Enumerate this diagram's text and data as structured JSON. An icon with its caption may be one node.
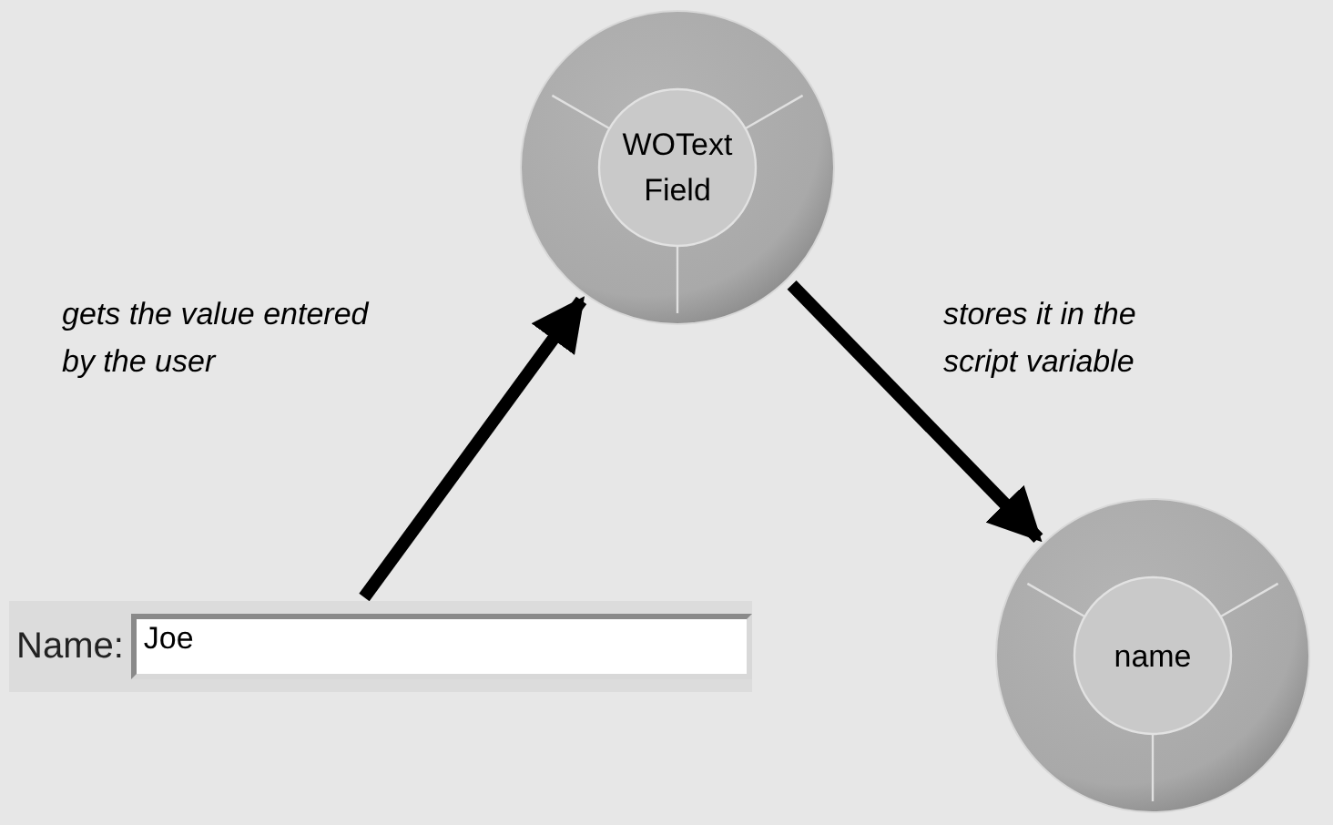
{
  "diagram": {
    "nodes": [
      {
        "text": [
          "Name:",
          "Joe"
        ]
      },
      {
        "text": [
          "WOText Field"
        ]
      },
      {
        "text": [
          "name"
        ]
      }
    ],
    "edges": [
      {
        "from": 0,
        "to": 1,
        "arrow": "to",
        "label": "gets the value entered by the user"
      },
      {
        "from": 1,
        "to": 2,
        "arrow": "to",
        "label": "stores it in the script variable"
      }
    ]
  }
}
